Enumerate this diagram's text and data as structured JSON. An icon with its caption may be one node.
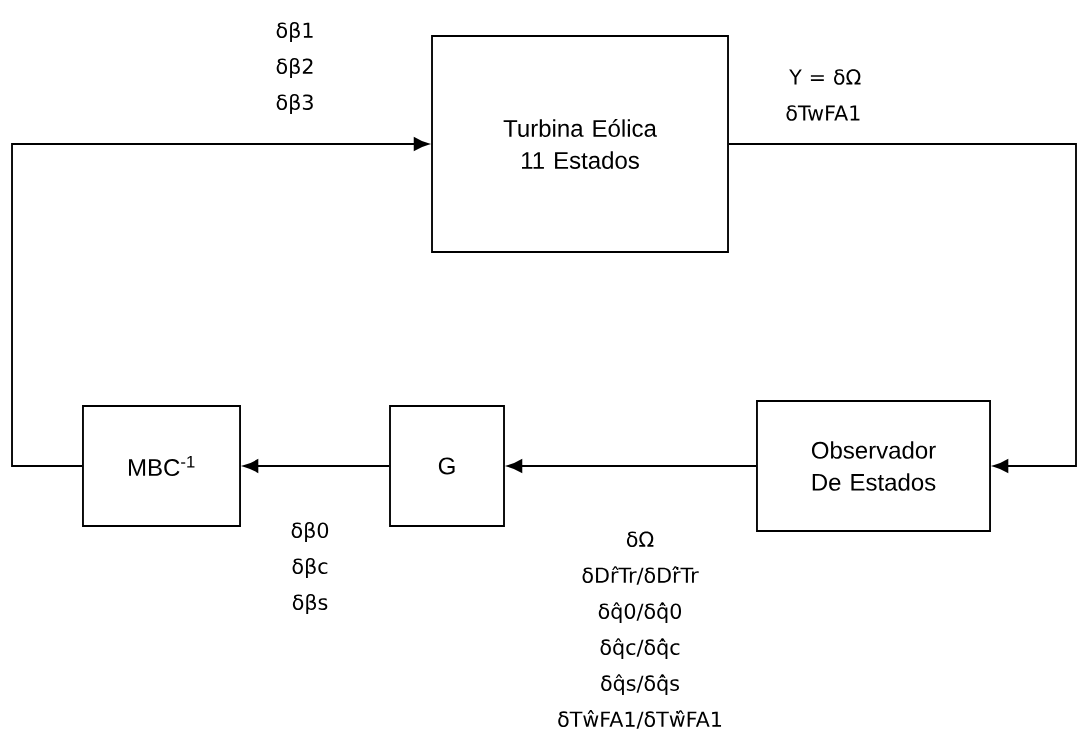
{
  "diagram": {
    "nodes": [
      {
        "text": [
          "Turbina Eólica 11 Estados"
        ]
      },
      {
        "text": [
          "MBC$^{-1}$"
        ]
      },
      {
        "text": [
          "G"
        ]
      },
      {
        "text": [
          "Observador De Estados"
        ]
      }
    ],
    "edges": [
      {
        "from": 1,
        "to": 0,
        "arrow": "to",
        "label": "δβ1 δβ2 δβ3"
      },
      {
        "from": 0,
        "to": 3,
        "arrow": "to",
        "label": "Y = δΩ δTwFA1"
      },
      {
        "from": 3,
        "to": 2,
        "arrow": "to",
        "label": "δΩ δDr̂Tr/δDṙ̂Tr δq̂0/δq̇̂0 δq̂c/δq̇̂c δq̂s/δq̇̂s δTŵFA1/δTẇ̂FA1"
      },
      {
        "from": 2,
        "to": 1,
        "arrow": "to",
        "label": "δβ0 δβc δβs"
      }
    ]
  }
}
